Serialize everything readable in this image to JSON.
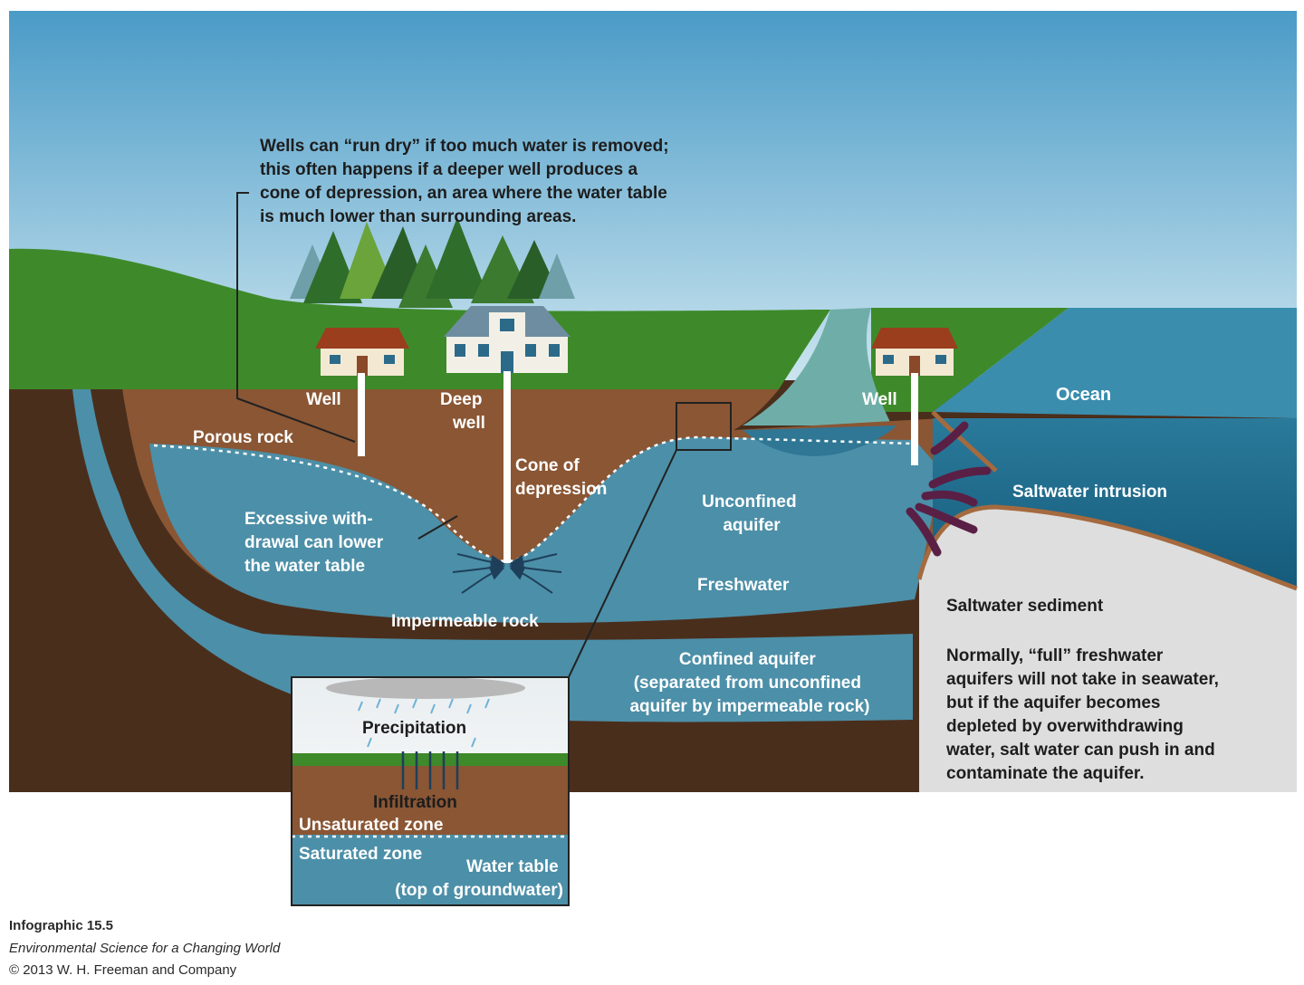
{
  "colors": {
    "sky_top": "#4a9bc7",
    "sky_bottom": "#d8ecf3",
    "grass": "#3e8a2a",
    "soil": "#8a5634",
    "dark_soil": "#4a2e1c",
    "aquifer": "#4c8fa8",
    "ocean": "#1f6c8c",
    "sediment": "#dedede",
    "intrusion_arrow": "#5a1f45"
  },
  "callouts": {
    "wells_run_dry": [
      "Wells can “run dry” if too much water is removed;",
      "this often happens if a deeper well produces a",
      "cone of depression, an area where the water table",
      "is much lower than surrounding areas."
    ],
    "saltwater_note": [
      "Normally, “full” freshwater",
      "aquifers will not take in seawater,",
      "but if the aquifer becomes",
      "depleted by overwithdrawing",
      "water, salt water can push in and",
      "contaminate the aquifer."
    ]
  },
  "labels": {
    "well_left": "Well",
    "deep_well": [
      "Deep",
      "well"
    ],
    "well_right": "Well",
    "ocean": "Ocean",
    "porous_rock": "Porous rock",
    "cone_of_depression": [
      "Cone of",
      "depression"
    ],
    "unconfined_aquifer": [
      "Unconfined",
      "aquifer"
    ],
    "saltwater_intrusion": "Saltwater intrusion",
    "excessive_withdrawal": [
      "Excessive with-",
      "drawal can lower",
      "the water table"
    ],
    "freshwater": "Freshwater",
    "saltwater_sediment": "Saltwater sediment",
    "impermeable_rock": "Impermeable rock",
    "confined_aquifer": [
      "Confined aquifer",
      "(separated from unconfined",
      "aquifer by impermeable rock)"
    ]
  },
  "inset": {
    "precipitation": "Precipitation",
    "infiltration": "Infiltration",
    "unsaturated_zone": "Unsaturated zone",
    "saturated_zone": "Saturated zone",
    "water_table": [
      "Water table",
      "(top of groundwater)"
    ]
  },
  "caption": {
    "infographic": "Infographic 15.5",
    "book": "Environmental Science for a Changing World",
    "copyright": "© 2013 W. H. Freeman and Company"
  }
}
